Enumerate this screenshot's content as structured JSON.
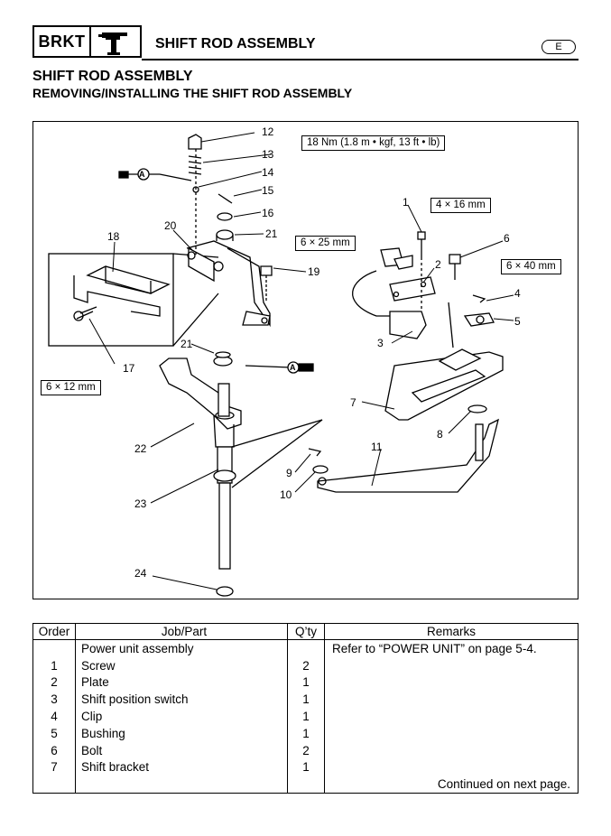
{
  "header": {
    "section_code": "BRKT",
    "chapter_title": "SHIFT ROD ASSEMBLY",
    "language_badge": "E"
  },
  "section": {
    "title": "SHIFT ROD ASSEMBLY",
    "subtitle": "REMOVING/INSTALLING THE SHIFT ROD ASSEMBLY"
  },
  "diagram": {
    "torque_spec": "18 Nm (1.8 m • kgf, 13 ft • lb)",
    "bolt_spec_1": "4 × 16 mm",
    "bolt_spec_19": "6 × 25 mm",
    "bolt_spec_6": "6 × 40 mm",
    "bolt_spec_17": "6 × 12 mm",
    "lubricant_symbol": "A",
    "callouts": [
      "1",
      "2",
      "3",
      "4",
      "5",
      "6",
      "7",
      "8",
      "9",
      "10",
      "11",
      "12",
      "13",
      "14",
      "15",
      "16",
      "17",
      "18",
      "19",
      "20",
      "21",
      "21",
      "22",
      "23",
      "24"
    ]
  },
  "table": {
    "headers": {
      "order": "Order",
      "job": "Job/Part",
      "qty": "Q’ty",
      "remarks": "Remarks"
    },
    "rows": [
      {
        "order": "",
        "job": "Power unit assembly",
        "qty": "",
        "remarks": "Refer to “POWER UNIT” on page 5-4."
      },
      {
        "order": "1",
        "job": "Screw",
        "qty": "2",
        "remarks": ""
      },
      {
        "order": "2",
        "job": "Plate",
        "qty": "1",
        "remarks": ""
      },
      {
        "order": "3",
        "job": "Shift position switch",
        "qty": "1",
        "remarks": ""
      },
      {
        "order": "4",
        "job": "Clip",
        "qty": "1",
        "remarks": ""
      },
      {
        "order": "5",
        "job": "Bushing",
        "qty": "1",
        "remarks": ""
      },
      {
        "order": "6",
        "job": "Bolt",
        "qty": "2",
        "remarks": ""
      },
      {
        "order": "7",
        "job": "Shift bracket",
        "qty": "1",
        "remarks": ""
      }
    ],
    "continued": "Continued on next page."
  }
}
